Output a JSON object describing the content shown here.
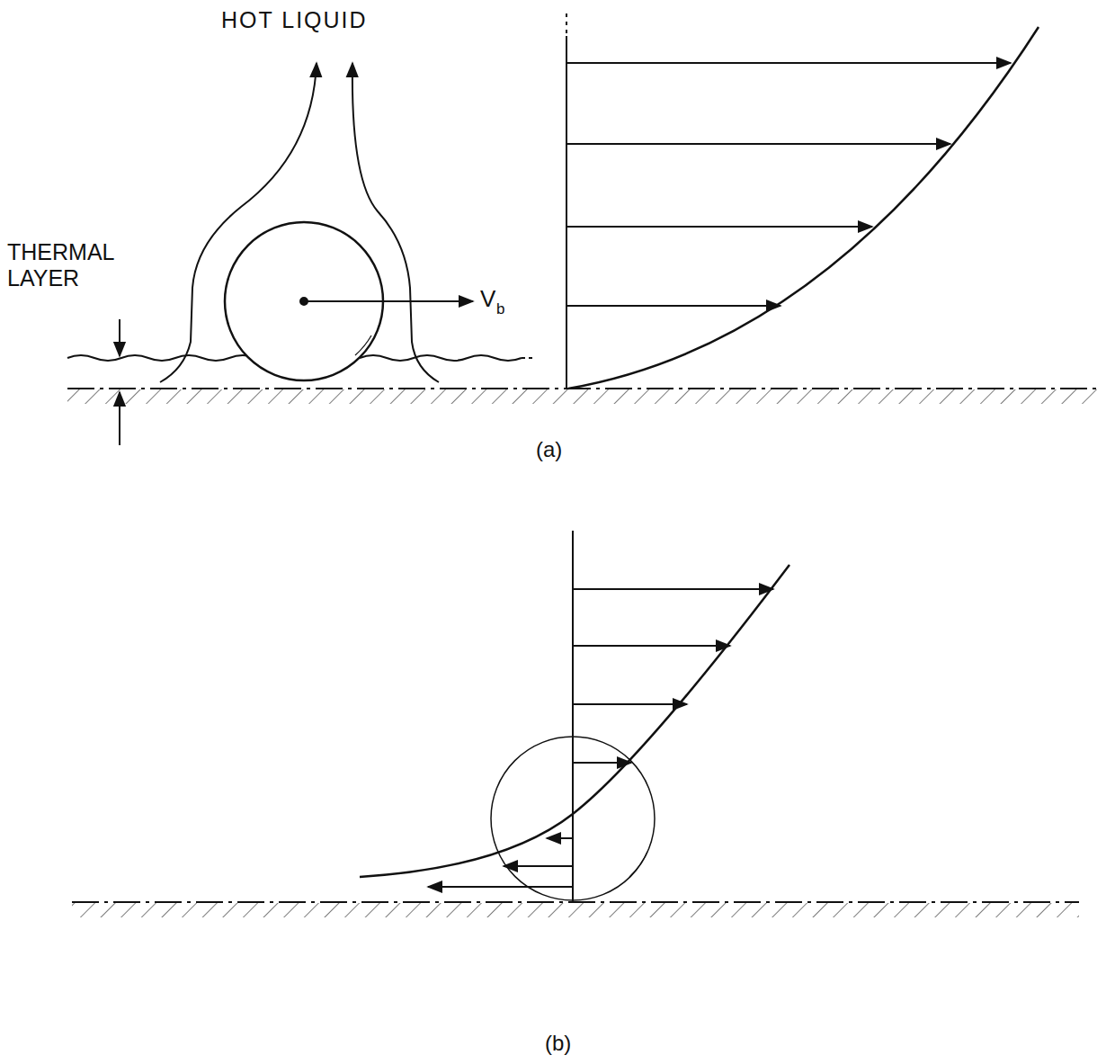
{
  "diagram": {
    "labels": [
      "HOT LIQUID",
      "THERMAL LAYER",
      "V",
      "b",
      "(a)",
      "(b)"
    ]
  }
}
